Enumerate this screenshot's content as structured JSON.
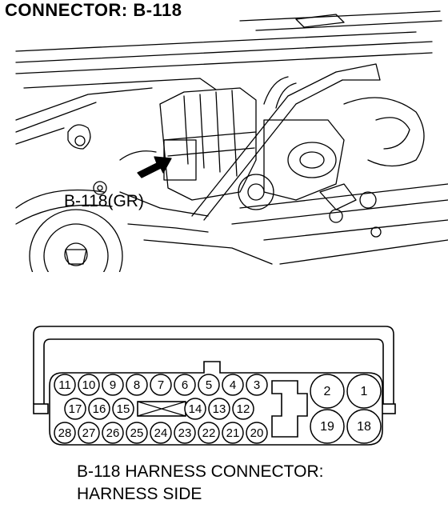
{
  "title": "CONNECTOR: B-118",
  "callout_label": "B-118(GR)",
  "caption": {
    "line1": "B-118 HARNESS CONNECTOR:",
    "line2": "HARNESS SIDE"
  },
  "connector": {
    "row1_pins": [
      "11",
      "10",
      "9",
      "8",
      "7",
      "6",
      "5",
      "4",
      "3"
    ],
    "row2_pins": [
      "17",
      "16",
      "15",
      "14",
      "13",
      "12"
    ],
    "row3_pins": [
      "28",
      "27",
      "26",
      "25",
      "24",
      "23",
      "22",
      "21",
      "20"
    ],
    "large_pins_top": [
      "2",
      "1"
    ],
    "large_pins_bottom": [
      "19",
      "18"
    ]
  }
}
